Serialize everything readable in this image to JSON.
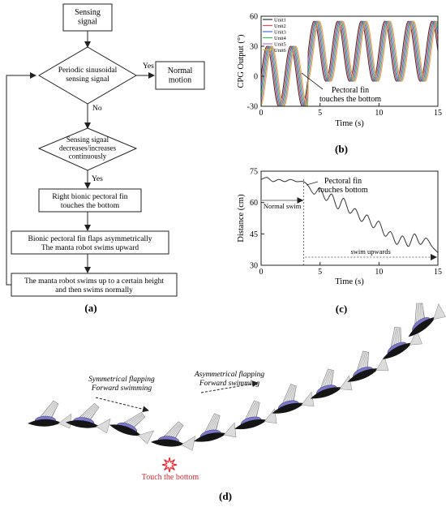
{
  "flowchart": {
    "box_start": "Sensing\nsignal",
    "dec1": "Periodic sinusoidal\nsensing signal",
    "yes1": "Yes",
    "box_normal": "Normal\nmotion",
    "no1": "No",
    "dec2": "Sensing signal\ndecreases/increases\ncontinuously",
    "yes2": "Yes",
    "box_right_fin": "Right bionic pectoral fin\ntouches the bottom",
    "box_flaps": "Bionic pectoral fin flaps asymmetrically\nThe manta robot swims upward",
    "box_swims": "The manta robot swims up to a certain height\nand then swims normally",
    "panel_label": "(a)"
  },
  "panel_b_label": "(b)",
  "panel_c_label": "(c)",
  "panel_d": {
    "label": "(d)",
    "sym_text": "Symmetrical flapping\nForward swimming",
    "asym_text": "Asymmetrical flapping\nForward swimming",
    "touch_text": "Touch the bottom",
    "touch_color": "#e3262c"
  },
  "chart_data": [
    {
      "type": "line",
      "panel": "b",
      "xlabel": "Time (s)",
      "ylabel": "CPG Output (°)",
      "xlim": [
        0,
        15
      ],
      "ylim": [
        -30,
        60
      ],
      "xticks": [
        0,
        5,
        10,
        15
      ],
      "yticks": [
        -30,
        0,
        30,
        60
      ],
      "legend": "top-left",
      "annotation": "Pectoral fin\ntouches the bottom",
      "series": [
        {
          "name": "Unit1",
          "color": "#333333",
          "phase": 0.0
        },
        {
          "name": "Unit2",
          "color": "#e0505a",
          "phase": 0.25
        },
        {
          "name": "Unit3",
          "color": "#4a6fd8",
          "phase": 0.5
        },
        {
          "name": "Unit4",
          "color": "#3bbf5a",
          "phase": 0.75
        },
        {
          "name": "Unit5",
          "color": "#c070d0",
          "phase": 1.0
        },
        {
          "name": "Unit6",
          "color": "#e0b030",
          "phase": 1.25
        }
      ],
      "segments": [
        {
          "t_start": 0,
          "t_end": 4,
          "offset": 0,
          "amplitude": 30,
          "period": 2.0
        },
        {
          "t_start": 4,
          "t_end": 15,
          "offset": 25,
          "amplitude": 30,
          "period": 2.0
        }
      ]
    },
    {
      "type": "line",
      "panel": "c",
      "xlabel": "Time (s)",
      "ylabel": "Distance (cm)",
      "xlim": [
        0,
        15
      ],
      "ylim": [
        30,
        75
      ],
      "xticks": [
        0,
        5,
        10,
        15
      ],
      "yticks": [
        30,
        45,
        60,
        75
      ],
      "annotation": "Pectoral fin\ntouches bottom",
      "span_normal": {
        "label": "Normal swim",
        "x0": 0,
        "x1": 3.6
      },
      "span_up": {
        "label": "swim upwards",
        "x0": 3.6,
        "x1": 15
      },
      "x": [
        0,
        0.5,
        1,
        1.5,
        2,
        2.5,
        3,
        3.6,
        4,
        4.5,
        5,
        5.5,
        6,
        6.5,
        7,
        7.5,
        8,
        8.5,
        9,
        9.5,
        10,
        10.5,
        11,
        11.5,
        12,
        12.5,
        13,
        13.5,
        14,
        14.5,
        15
      ],
      "y": [
        71,
        72,
        70,
        71,
        70,
        71,
        70,
        70,
        68,
        64,
        67,
        61,
        64,
        57,
        62,
        55,
        57,
        51,
        54,
        48,
        51,
        44,
        46,
        40,
        44,
        39,
        45,
        40,
        43,
        39,
        36
      ]
    }
  ]
}
